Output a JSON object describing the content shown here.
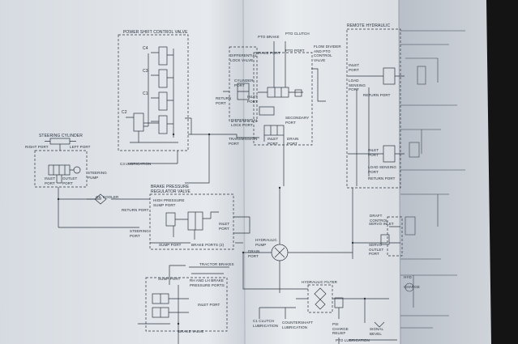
{
  "colors": {
    "paper": "#e5e8ec",
    "paper_shadow": "#c7ccd4",
    "ink": "#26303a",
    "background": "#141414"
  },
  "labels": {
    "power_shift_control_valve": "POWER SHIFT CONTROL VALVE",
    "c4": "C4",
    "c3": "C3",
    "c1": "C1",
    "c2": "C2",
    "c3_lubrication": "C3 LUBRICATION",
    "steering_cylinder": "STEERING CYLINDER",
    "right_port": "RIGHT PORT",
    "left_port": "LEFT PORT",
    "steering_pump": "STEERING PUMP",
    "inlet_port_steer": "INLET PORT",
    "outlet_port_steer": "OUTLET PORT",
    "oil_cooler": "OIL COOLER",
    "return_port_mid": "RETURN PORT",
    "steering_port": "STEERING PORT",
    "brake_pressure_regulator_valve": "BRAKE PRESSURE REGULATOR VALVE",
    "high_pressure_sump_port": "HIGH PRESSURE SUMP PORT",
    "inlet_port_regulator": "INLET PORT",
    "sump_port_regulator": "SUMP PORT",
    "brake_ports_2": "BRAKE PORTS (2)",
    "tractor_brakes": "TRACTOR BRAKES",
    "sump_port_brake": "SUMP PORT",
    "rh_lh_brake_pressure_ports": "RH AND LH BRAKE PRESSURE PORTS",
    "inlet_port_brake": "INLET PORT",
    "brake_valve": "BRAKE VALVE",
    "pto_brake": "PTO BRAKE",
    "pto_clutch": "PTO CLUTCH",
    "differential_lock_valve": "DIFFERENTIAL LOCK VALVE",
    "cylinder_port": "CYLINDER PORT",
    "inlet_port_diff": "INLET PORT",
    "return_port_diff": "RETURN PORT",
    "differential_lock_port": "DIFFERENTIAL LOCK PORT",
    "brake_port": "BRAKE PORT",
    "pto_port": "PTO PORT",
    "flow_divider_pto_control_valve": "FLOW DIVIDER AND PTO CONTROL VALVE",
    "secondary_port": "SECONDARY PORT",
    "transmission_port": "TRANSMISSION PORT",
    "inlet_port_flow": "INLET PORT",
    "drain_port": "DRAIN PORT",
    "hydraulic_pump": "HYDRAULIC PUMP",
    "drain_port_pump": "DRAIN PORT",
    "hydraulic_filter": "HYDRAULIC FILTER",
    "c1_clutch_lubrication": "C1 CLUTCH LUBRICATION",
    "countershaft_lubrication": "COUNTERSHAFT LUBRICATION",
    "psi_charge_relief": "PSI CHARGE RELIEF",
    "signal_bevel": "SIGNAL BEVEL",
    "pto_lubrication": "PTO LUBRICATION",
    "remote_hydraulic": "REMOTE HYDRAULIC",
    "inlet_port_remote": "INLET PORT",
    "load_sensing_port_top": "LOAD SENSING PORT",
    "return_port_remote": "RETURN PORT",
    "inlet_port_remote2": "INLET PORT",
    "load_sensing_port_2": "LOAD SENSING PORT",
    "return_port_remote2": "RETURN PORT",
    "draft_control": "DRAFT CONTROL",
    "servo_inlet": "SERVO INLET",
    "servo_outlet_port": "SERVO OUTLET PORT",
    "hyd_edge": "HYD",
    "charge_edge": "CHARGE"
  }
}
